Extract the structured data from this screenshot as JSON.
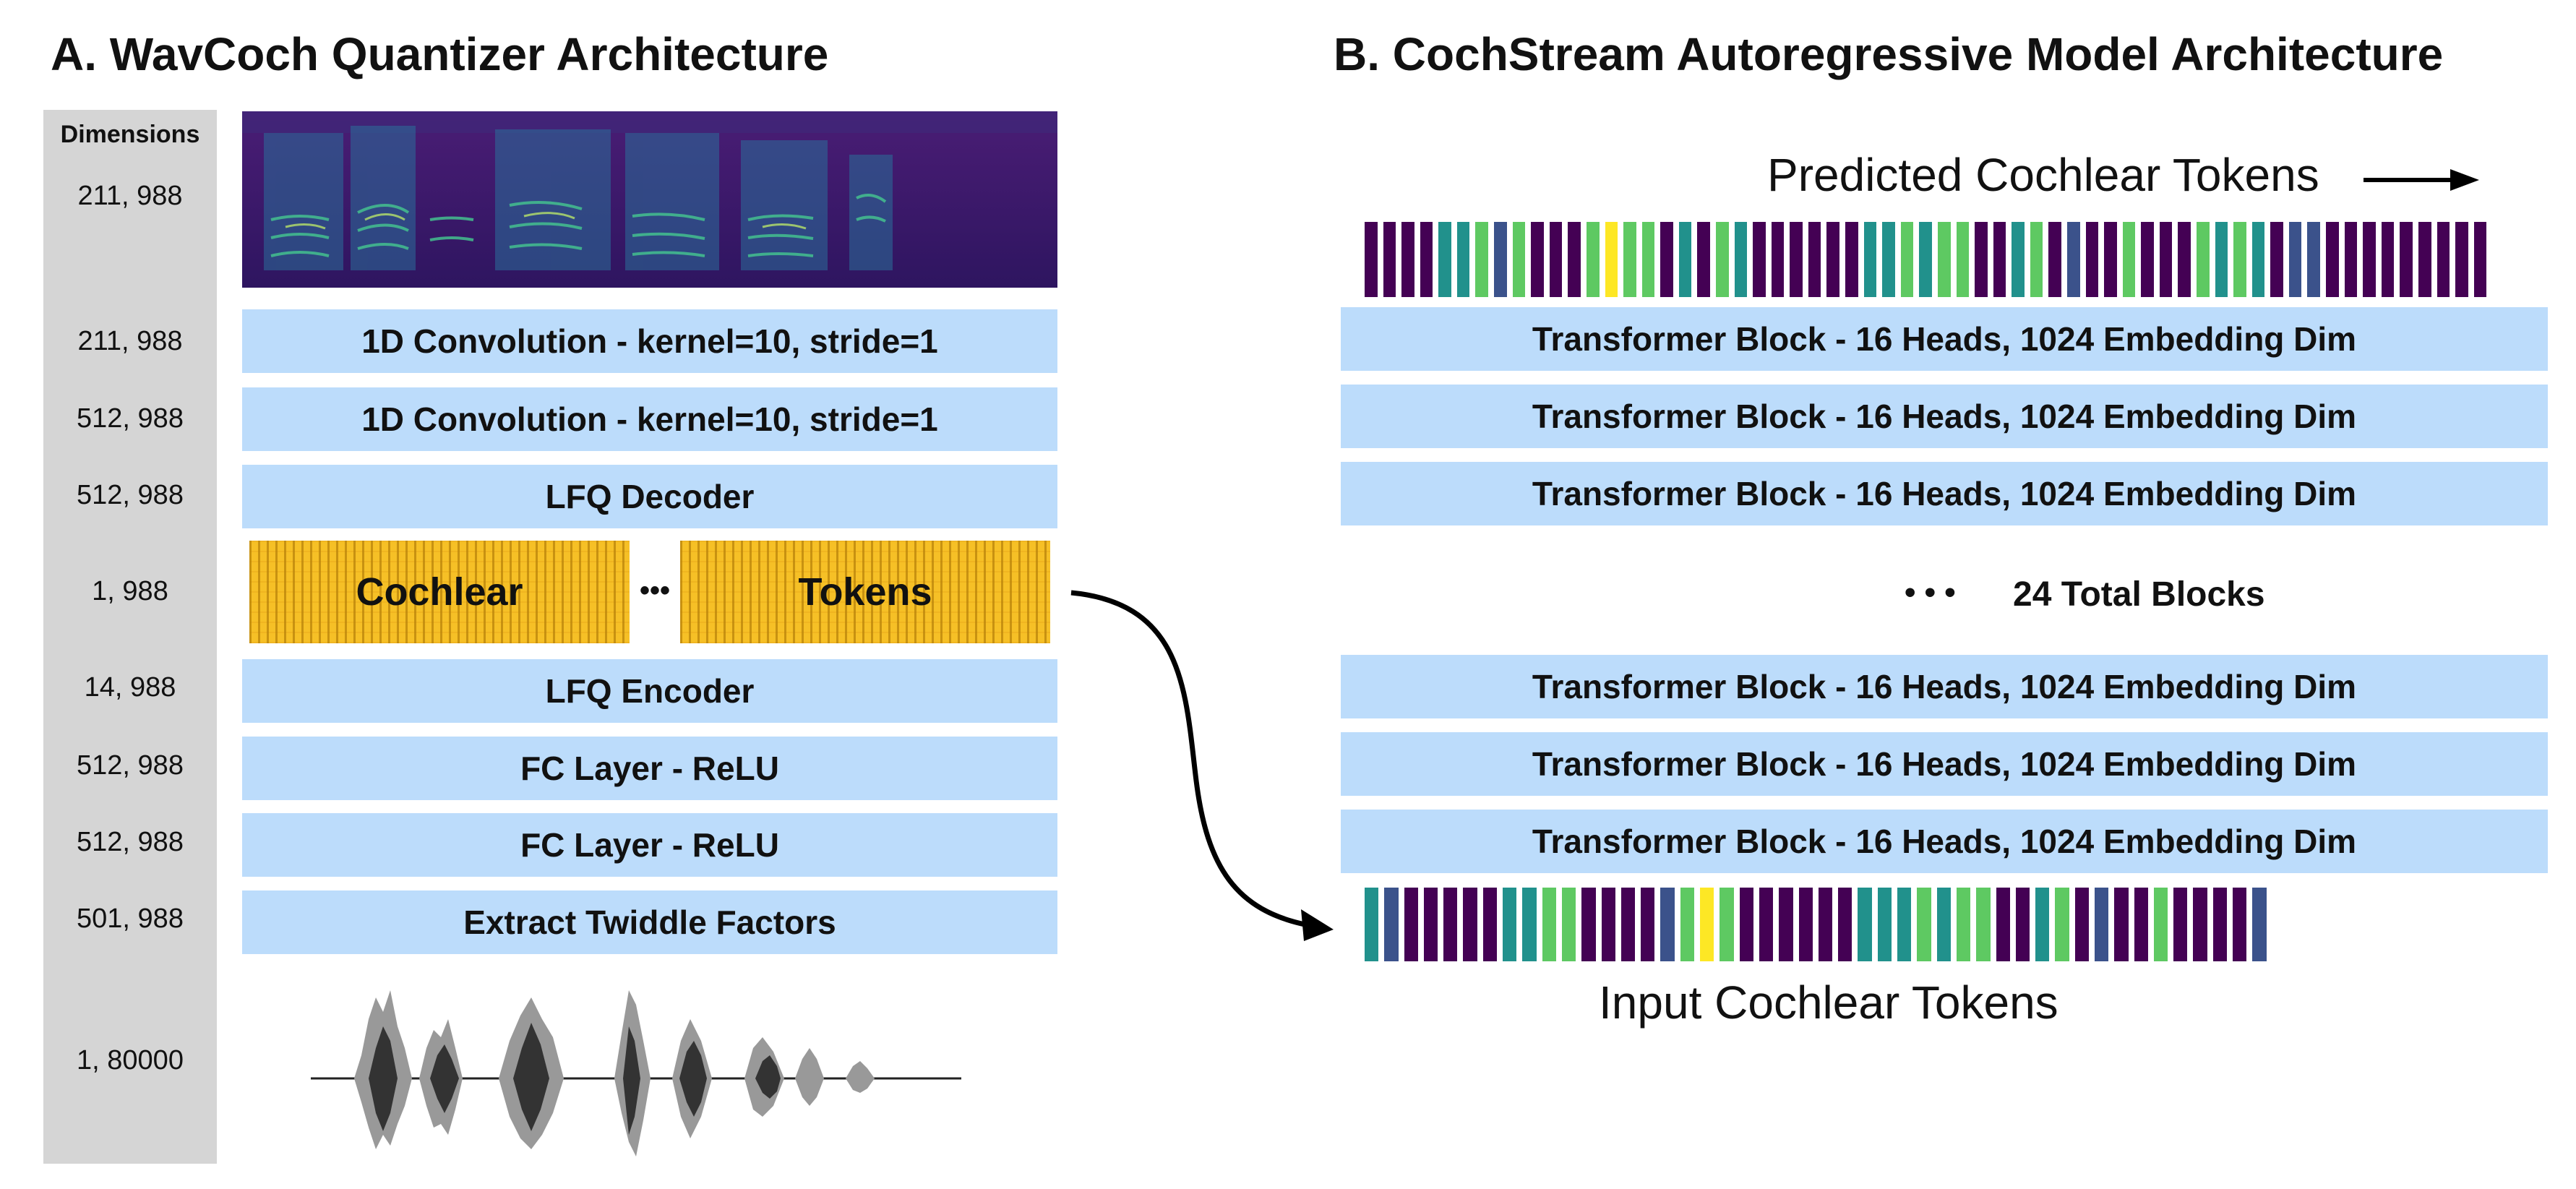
{
  "panel_a": {
    "title": "A. WavCoch Quantizer Architecture",
    "dims_header": "Dimensions",
    "dims": [
      "211, 988",
      "211, 988",
      "512, 988",
      "512, 988",
      "1, 988",
      "14, 988",
      "512, 988",
      "512, 988",
      "501, 988",
      "1, 80000"
    ],
    "layers": [
      "1D Convolution - kernel=10, stride=1",
      "1D Convolution - kernel=10, stride=1",
      "LFQ Decoder",
      "LFQ Encoder",
      "FC Layer - ReLU",
      "FC Layer - ReLU",
      "Extract Twiddle Factors"
    ],
    "tokens_left": "Cochlear",
    "tokens_ellipsis": "•••",
    "tokens_right": "Tokens"
  },
  "panel_b": {
    "title": "B. CochStream Autoregressive Model Architecture",
    "predicted_label": "Predicted Cochlear Tokens",
    "input_label": "Input Cochlear Tokens",
    "ellipsis": "• • •",
    "total_blocks": "24 Total Blocks",
    "blocks_top": [
      "Transformer Block - 16 Heads, 1024 Embedding Dim",
      "Transformer Block - 16 Heads, 1024 Embedding Dim",
      "Transformer Block - 16 Heads, 1024 Embedding Dim"
    ],
    "blocks_bottom": [
      "Transformer Block - 16 Heads, 1024 Embedding Dim",
      "Transformer Block - 16 Heads, 1024 Embedding Dim",
      "Transformer Block - 16 Heads, 1024 Embedding Dim"
    ]
  },
  "colors": {
    "layer_fill": "#bcdcfb",
    "token_fill": "#f6c026",
    "dim_column": "#d5d5d5",
    "spectrogram_bg": "#3b1a68",
    "spectrogram_band": "#2fb89a",
    "viridis": [
      "#440154",
      "#3b528b",
      "#21918c",
      "#5ec962",
      "#fde725"
    ]
  },
  "icons": {
    "spectrogram": "spectrogram-image",
    "waveform": "waveform-image",
    "arrow": "right-arrow-icon",
    "curved_arrow": "curved-arrow-icon"
  },
  "token_sequences": {
    "predicted": [
      0,
      0,
      0,
      0,
      2,
      2,
      3,
      1,
      3,
      0,
      0,
      0,
      3,
      4,
      3,
      3,
      0,
      2,
      0,
      3,
      2,
      0,
      0,
      0,
      0,
      0,
      0,
      2,
      2,
      3,
      2,
      3,
      3,
      0,
      0,
      2,
      3,
      0,
      1,
      0,
      0,
      3,
      0,
      0,
      0,
      3,
      2,
      3,
      2,
      0,
      1,
      1,
      0,
      0,
      0,
      0,
      0,
      0,
      0,
      0,
      0
    ],
    "input": [
      2,
      1,
      0,
      0,
      0,
      0,
      0,
      2,
      2,
      3,
      3,
      0,
      0,
      0,
      0,
      1,
      3,
      4,
      3,
      0,
      0,
      0,
      0,
      0,
      0,
      2,
      2,
      2,
      3,
      2,
      3,
      3,
      0,
      0,
      2,
      3,
      0,
      1,
      0,
      0,
      3,
      0,
      0,
      0,
      0,
      1
    ]
  }
}
